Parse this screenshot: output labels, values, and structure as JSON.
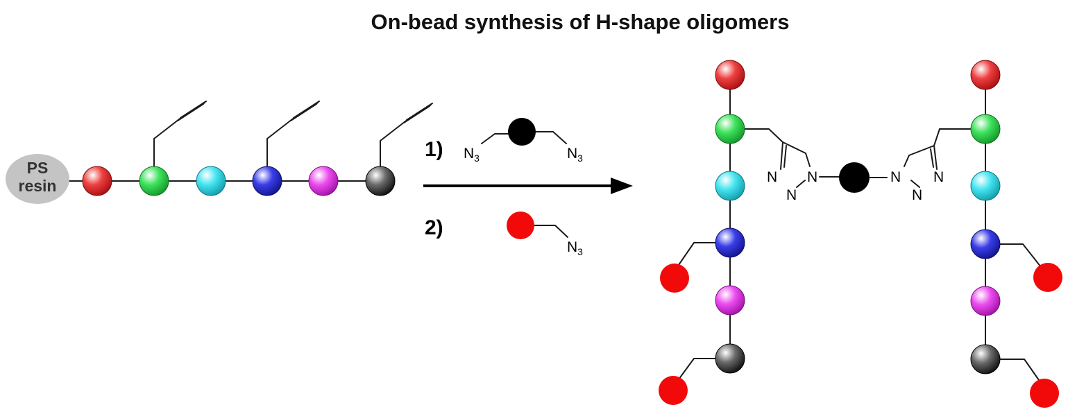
{
  "title": "On-bead synthesis of H-shape oligomers",
  "resin": {
    "line1": "PS",
    "line2": "resin"
  },
  "steps": {
    "step1": "1)",
    "step2": "2)"
  },
  "atoms": {
    "N": "N",
    "N3_sub": "3"
  },
  "colors": {
    "red": "#e8262a",
    "green": "#2fd34a",
    "cyan": "#38dcea",
    "blue": "#2b2fd6",
    "magenta": "#e63de8",
    "gray": "#2a2a2a",
    "solid_red": "#f20a0a",
    "solid_black": "#000000",
    "resin": "#c4c4c4"
  }
}
